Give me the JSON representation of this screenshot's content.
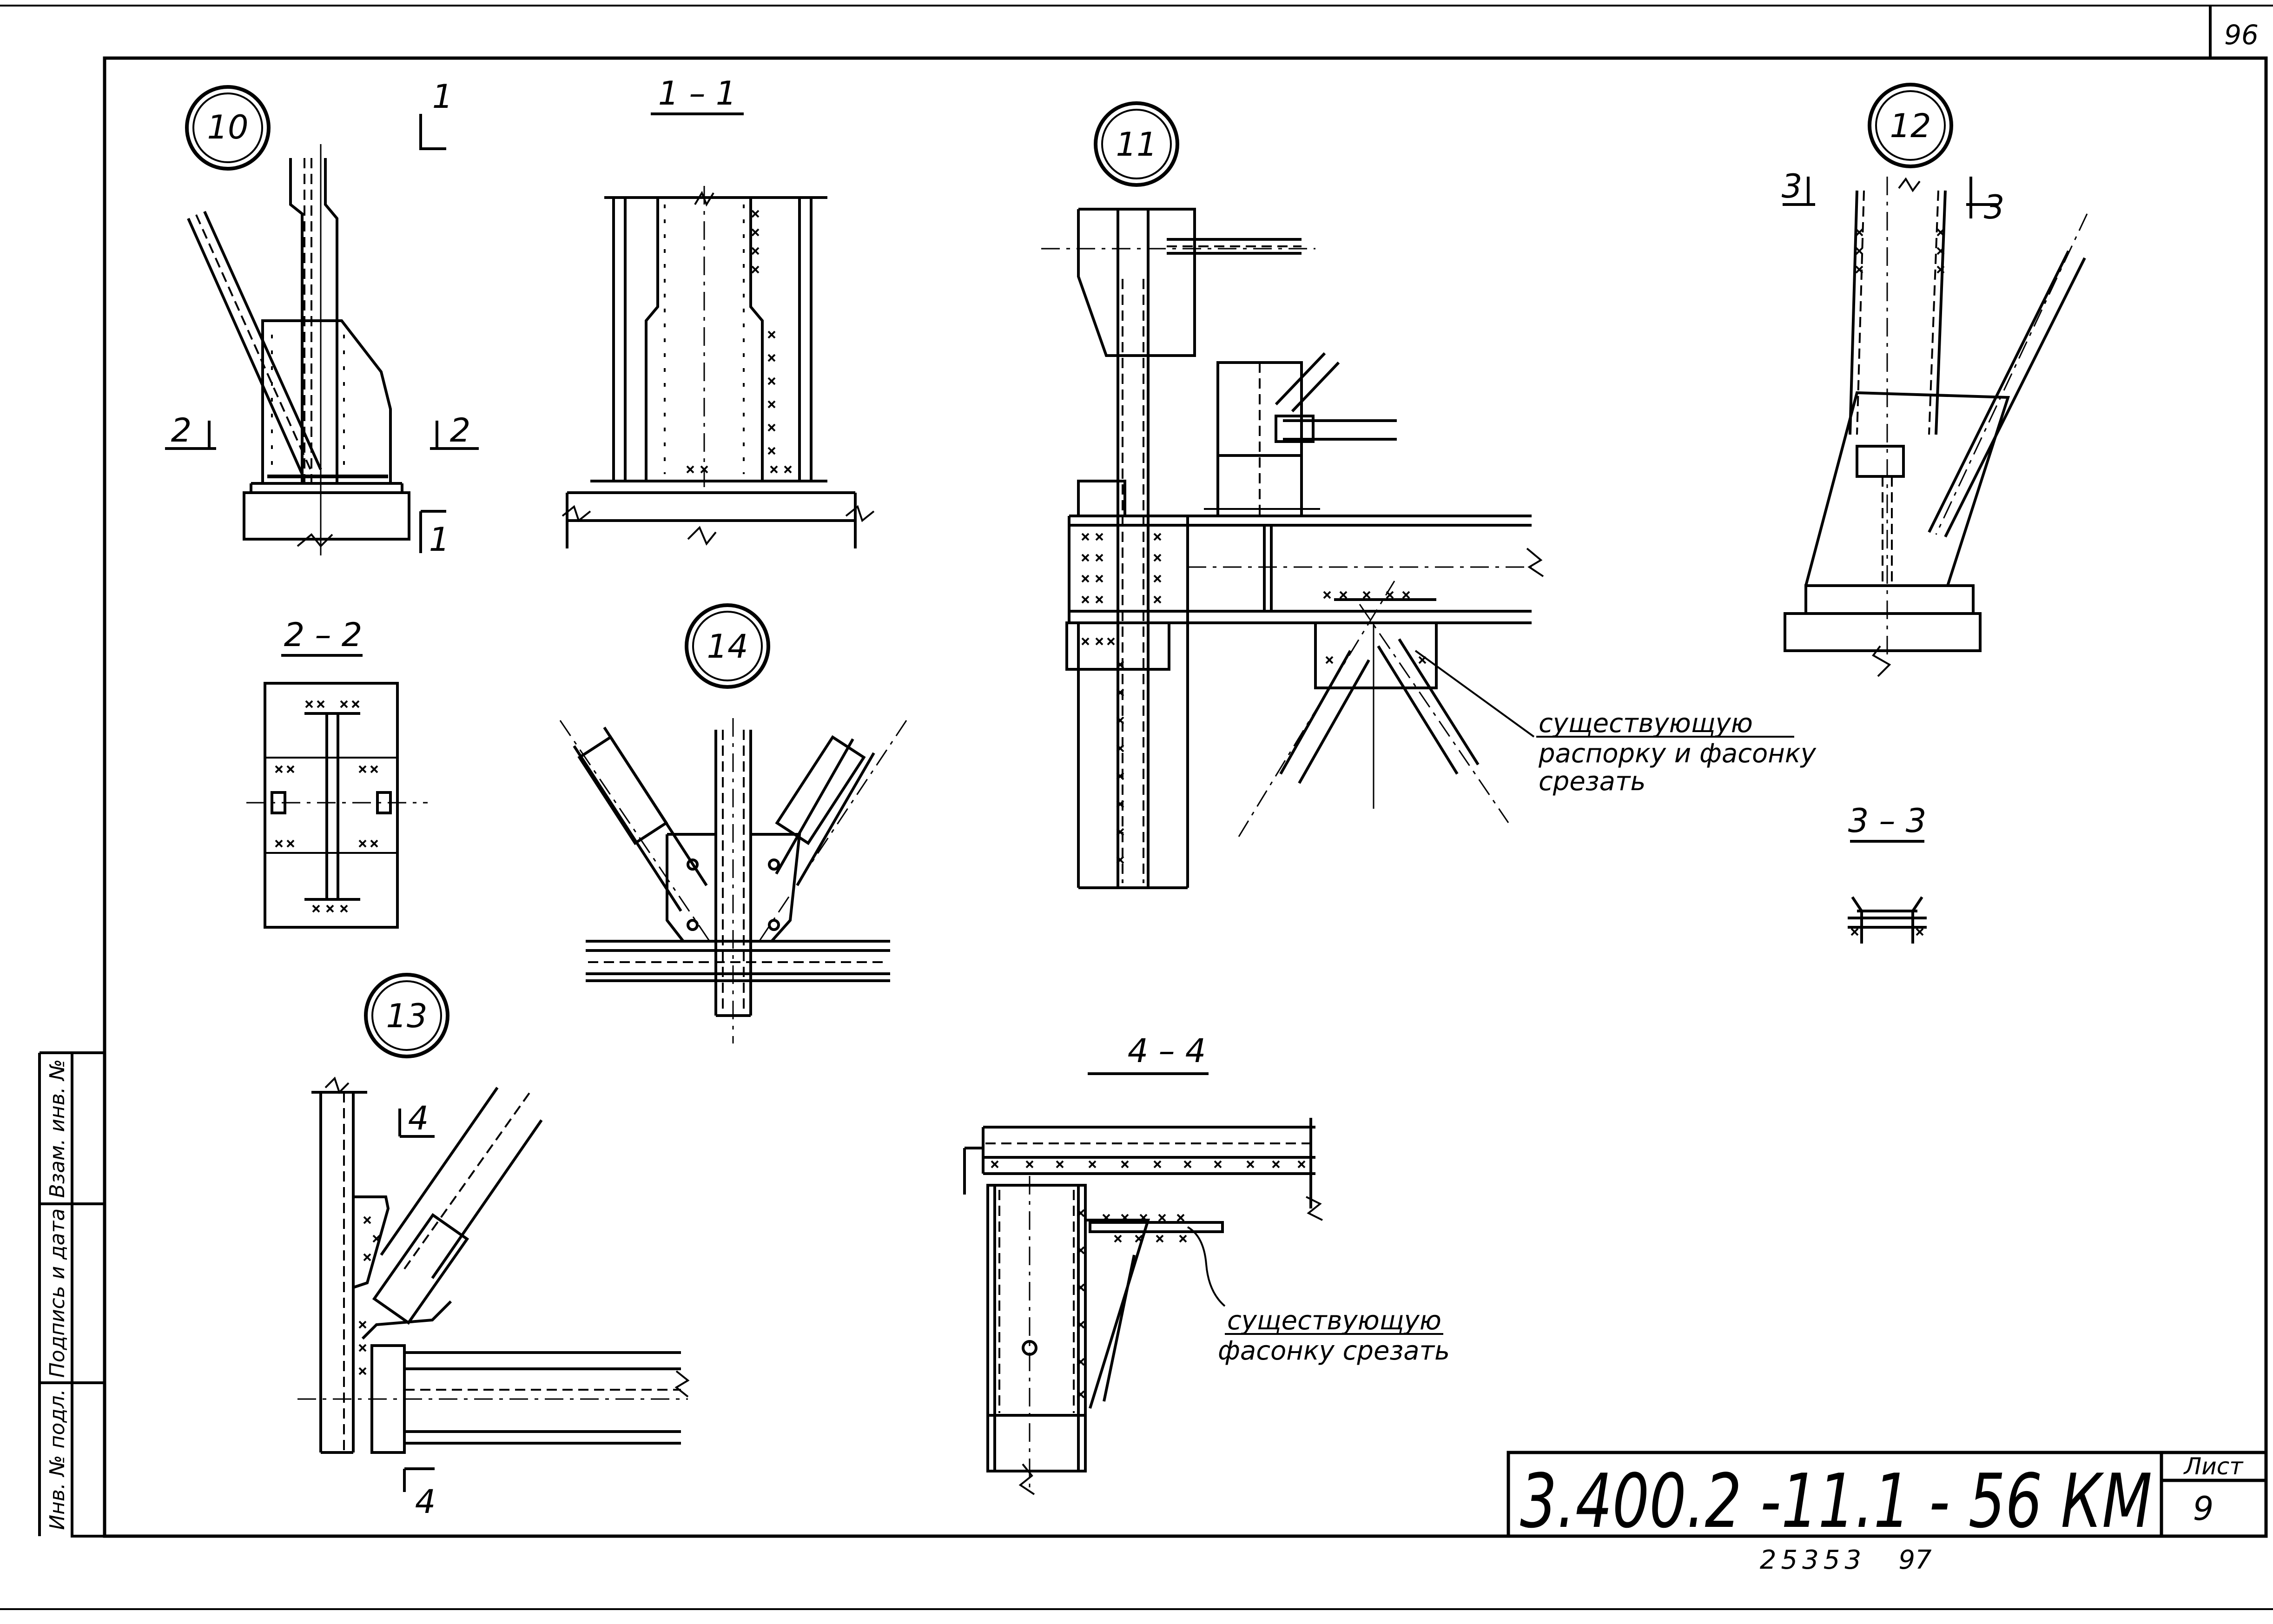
{
  "sheet_corner_number": "96",
  "side_stamp": {
    "inv_no_podl": "Инв. № подл.",
    "podpis_data": "Подпись и дата",
    "vzam_inv": "Взам. инв. №"
  },
  "node_labels": {
    "n10": "10",
    "n11": "11",
    "n12": "12",
    "n13": "13",
    "n14": "14"
  },
  "section_titles": {
    "s1": "1 – 1",
    "s2": "2 – 2",
    "s3": "3 – 3",
    "s4": "4 – 4"
  },
  "cut_marks": {
    "c1_top": "1",
    "c1_bottom": "1",
    "c2_left": "2",
    "c2_right": "2",
    "c3_left": "3",
    "c3_right": "3",
    "c4_top": "4",
    "c4_bottom": "4"
  },
  "notes": {
    "note_11_line1": "существующую",
    "note_11_line2": "распорку и фасонку",
    "note_11_line3": "срезать",
    "note_44_line1": "существующую",
    "note_44_line2": "фасонку срезать"
  },
  "title_block": {
    "designation": "3.400.2 -11.1 - 56 КМ",
    "sheet_label": "Лист",
    "sheet_number": "9",
    "archive_no": "25353",
    "archive_suffix": "97"
  }
}
